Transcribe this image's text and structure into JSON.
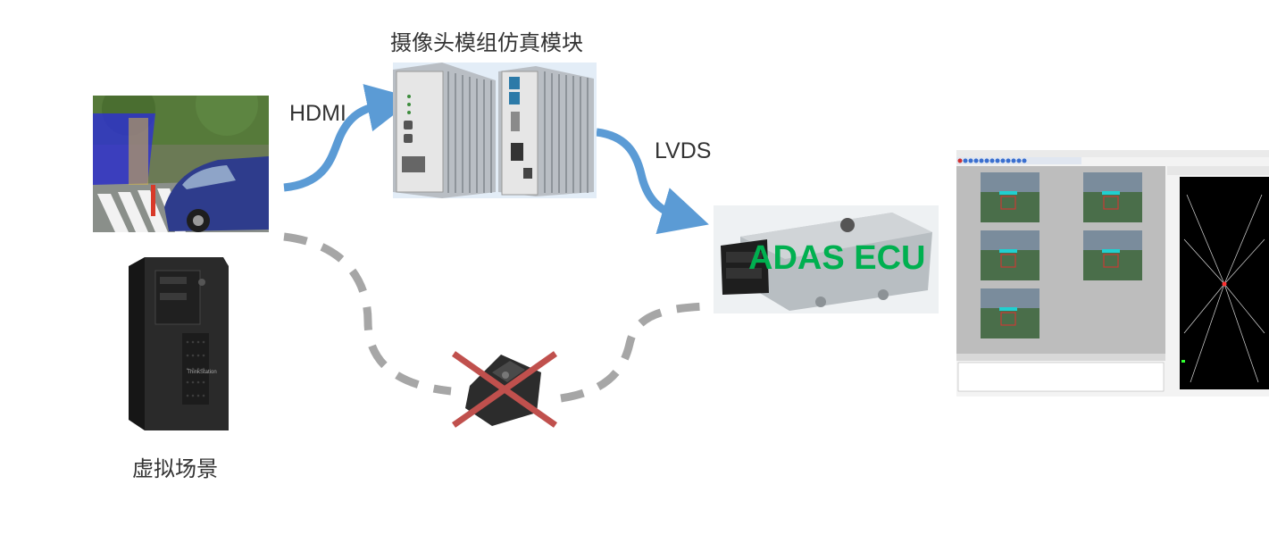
{
  "labels": {
    "camera_module": "摄像头模组仿真模块",
    "hdmi": "HDMI",
    "lvds": "LVDS",
    "virtual_scene": "虚拟场景",
    "ecu_text": "ADAS ECU",
    "workstation_brand": "ThinkStation"
  },
  "colors": {
    "arrow_blue": "#5b9bd5",
    "dashed_gray": "#a6a6a6",
    "cross_red": "#c0504d",
    "ecu_text_green": "#00b050"
  }
}
